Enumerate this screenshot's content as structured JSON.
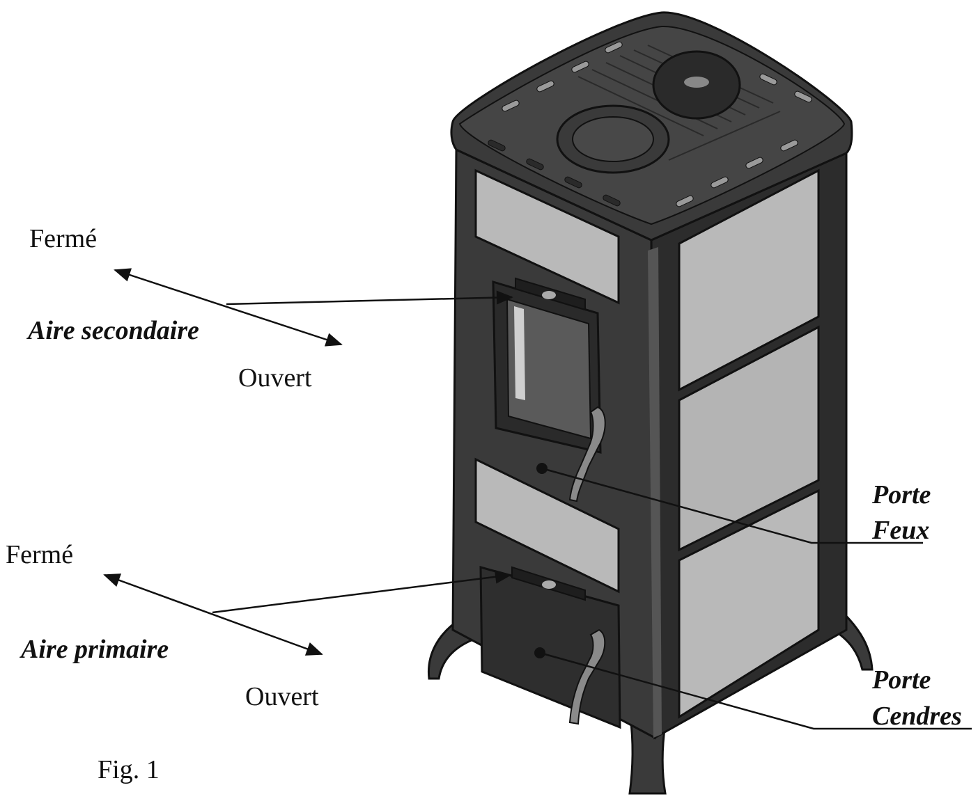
{
  "labels": {
    "secondary_closed": "Fermé",
    "secondary_air": "Aire secondaire",
    "secondary_open": "Ouvert",
    "primary_closed": "Fermé",
    "primary_air": "Aire primaire",
    "primary_open": "Ouvert",
    "fire_door_line1": "Porte",
    "fire_door_line2": "Feux",
    "ash_door_line1": "Porte",
    "ash_door_line2": "Cendres",
    "figure_caption": "Fig. 1"
  },
  "colors": {
    "stove_body": "#3a3a3a",
    "stove_dark": "#222222",
    "tile": "#b9b9b9",
    "glass": "#5a5a5a",
    "line": "#111111"
  }
}
